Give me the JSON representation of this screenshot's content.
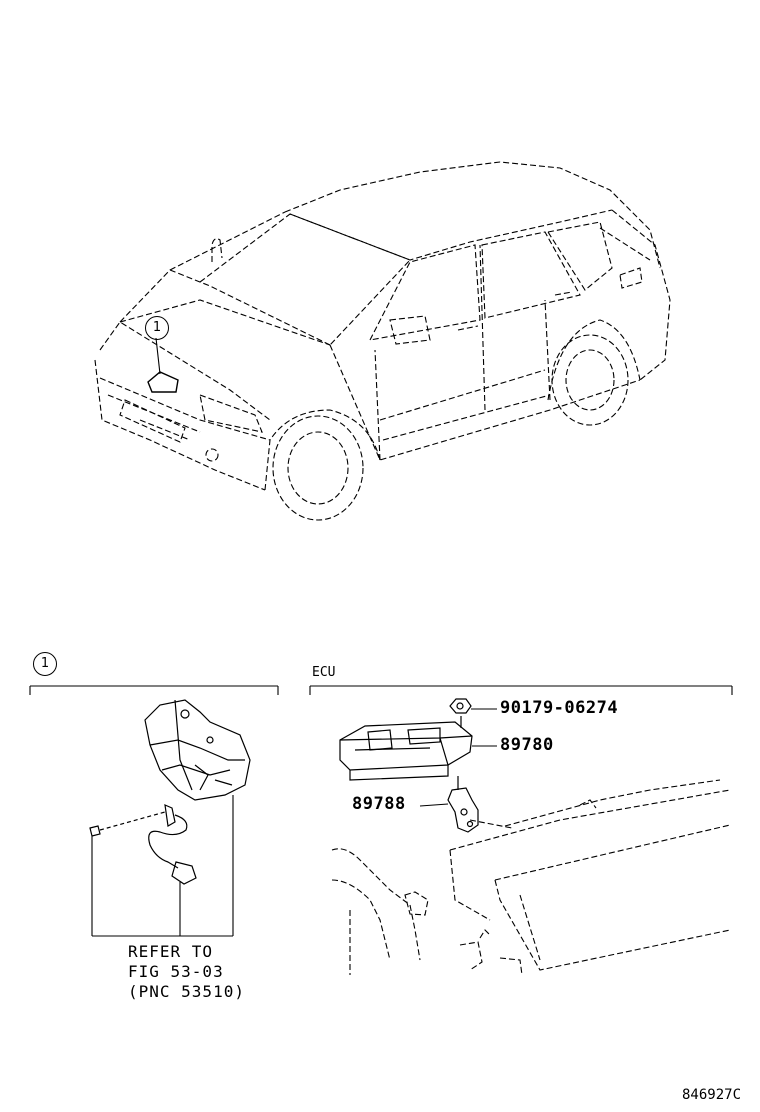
{
  "callouts": {
    "car_callout": "1",
    "section_callout": "1"
  },
  "sections": {
    "ecu_label": "ECU"
  },
  "parts": {
    "nut": "90179-06274",
    "ecu": "89780",
    "bracket": "89788"
  },
  "reference": {
    "line1": "REFER TO",
    "line2": "FIG 53-03",
    "line3": "(PNC 53510)"
  },
  "figure_number": "846927C"
}
